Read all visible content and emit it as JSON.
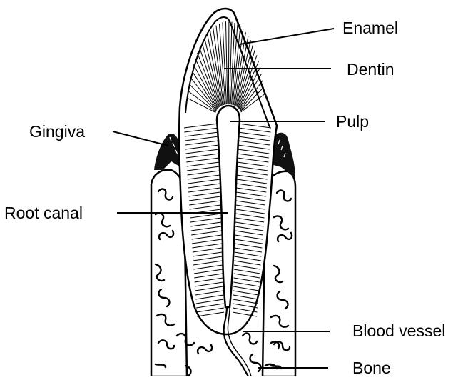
{
  "diagram": {
    "labels": {
      "enamel": "Enamel",
      "dentin": "Dentin",
      "pulp": "Pulp",
      "gingiva": "Gingiva",
      "root_canal": "Root canal",
      "blood_vessel": "Blood vessel",
      "bone": "Bone"
    }
  }
}
